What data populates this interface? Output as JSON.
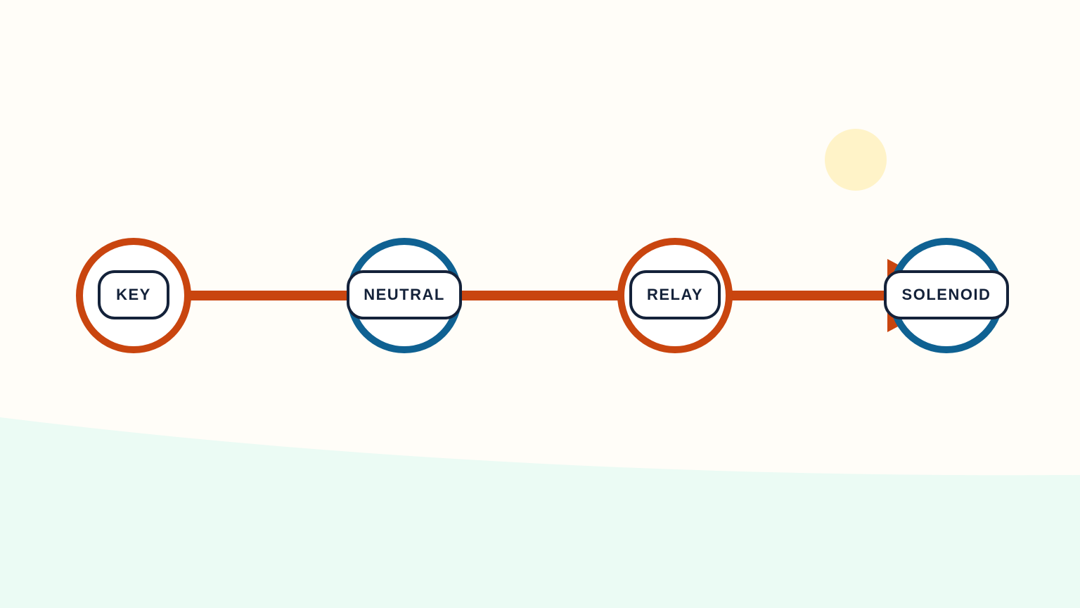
{
  "colors": {
    "background": "#fffdf8",
    "ground": "#ebfbf4",
    "sun": "#fff3c8",
    "orange": "#c9450f",
    "blue": "#0f6192",
    "label_border": "#14223a"
  },
  "nodes": [
    {
      "id": "key",
      "label": "KEY",
      "ring_color": "orange"
    },
    {
      "id": "neutral",
      "label": "NEUTRAL",
      "ring_color": "blue"
    },
    {
      "id": "relay",
      "label": "RELAY",
      "ring_color": "orange"
    },
    {
      "id": "solenoid",
      "label": "SOLENOID",
      "ring_color": "blue"
    }
  ],
  "connectors": [
    {
      "from": "key",
      "to": "neutral"
    },
    {
      "from": "neutral",
      "to": "relay"
    },
    {
      "from": "relay",
      "to": "solenoid",
      "arrow": true
    }
  ]
}
